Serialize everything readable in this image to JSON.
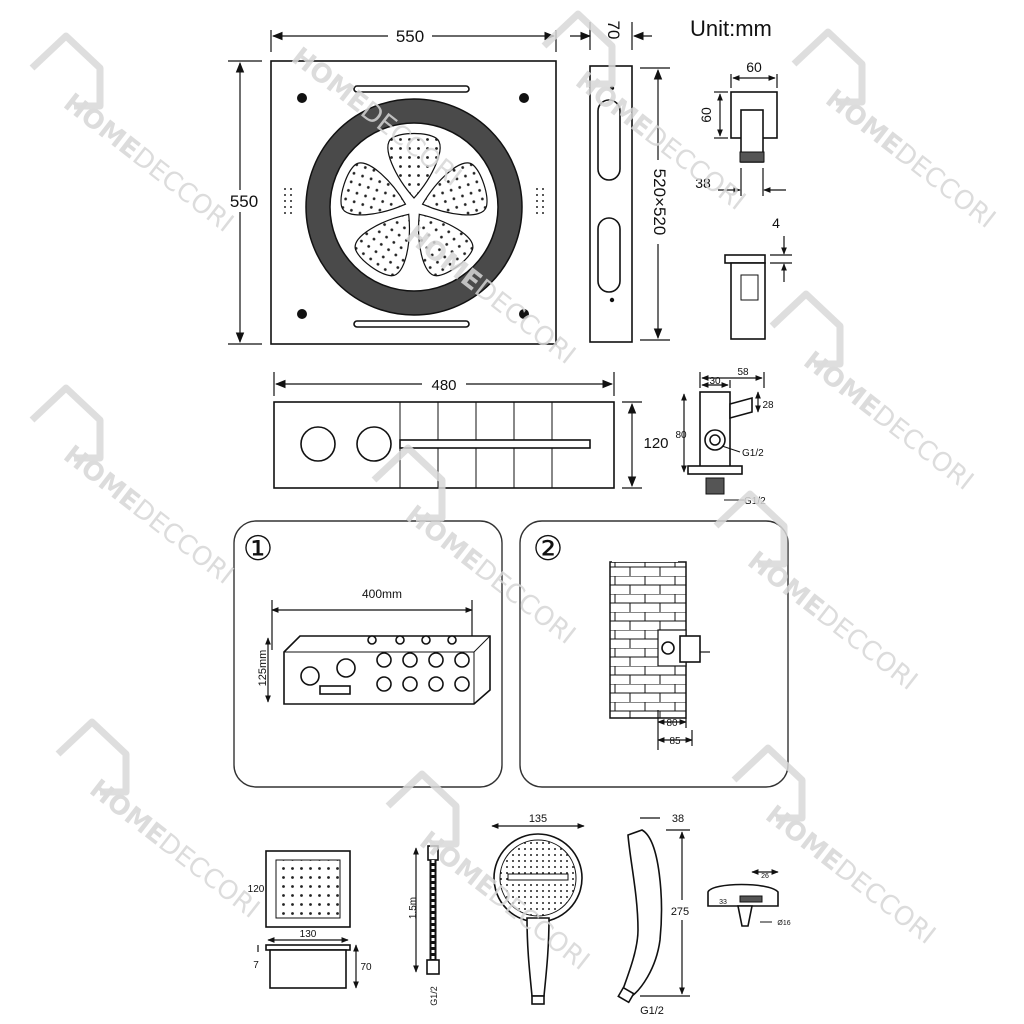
{
  "unit": "Unit:mm",
  "head": {
    "width": "550",
    "height": "550",
    "depth": "70",
    "inner": "520×520"
  },
  "arm": {
    "w": "60",
    "h": "60",
    "d": "38",
    "t": "4"
  },
  "panel": {
    "width": "480",
    "height": "120"
  },
  "holder": {
    "w": "58",
    "a": "30",
    "b": "28",
    "h": "80",
    "thread1": "G1/2",
    "thread2": "G1/2"
  },
  "step1": {
    "num": "①",
    "len": "400mm",
    "hgt": "125mm"
  },
  "step2": {
    "num": "②",
    "d1": "80",
    "d2": "85"
  },
  "jet": {
    "h": "120",
    "w": "130",
    "a": "7",
    "b": "70"
  },
  "hose": {
    "len": "1.5m",
    "thread": "G1/2"
  },
  "hand": {
    "dia": "135",
    "d": "38",
    "len": "275",
    "thread": "G1/2"
  },
  "elbow": {
    "a": "26",
    "b": "33",
    "c": "Ø16"
  },
  "watermark": {
    "brand_a": "HOME",
    "brand_b": "DECCORI"
  }
}
